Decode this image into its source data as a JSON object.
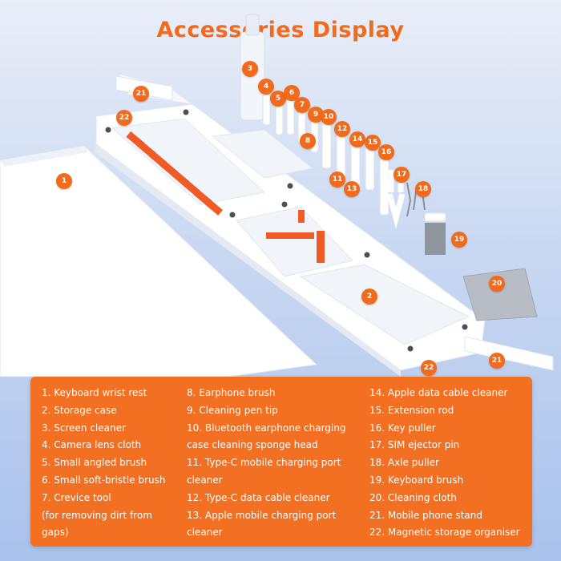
{
  "title": "Accessories Display",
  "colors": {
    "accent": "#f26a1b",
    "legend_bg": "#f36f22",
    "product": "#ffffff",
    "background": "#c9d8f2"
  },
  "badges": [
    "1",
    "2",
    "3",
    "4",
    "5",
    "6",
    "7",
    "8",
    "9",
    "10",
    "11",
    "12",
    "13",
    "14",
    "15",
    "16",
    "17",
    "18",
    "19",
    "20",
    "21",
    "21",
    "22",
    "22"
  ],
  "legend": {
    "col1": [
      "1. Keyboard wrist rest",
      "2. Storage case",
      "3. Screen cleaner",
      "4. Camera lens cloth",
      "5. Small angled brush",
      "6. Small soft-bristle brush",
      "7. Crevice tool",
      "(for removing dirt from",
      "gaps)"
    ],
    "col2": [
      "8. Earphone brush",
      "9. Cleaning pen tip",
      "10. Bluetooth earphone charging",
      "case cleaning sponge head",
      "11. Type-C mobile charging port",
      "cleaner",
      "12. Type-C data cable cleaner",
      "13. Apple mobile charging port",
      "cleaner"
    ],
    "col3": [
      "14. Apple data cable cleaner",
      "15. Extension rod",
      "16. Key puller",
      "17. SIM ejector pin",
      "18. Axle puller",
      "19. Keyboard brush",
      "20. Cleaning cloth",
      "21. Mobile phone stand",
      "22. Magnetic storage organiser"
    ]
  }
}
